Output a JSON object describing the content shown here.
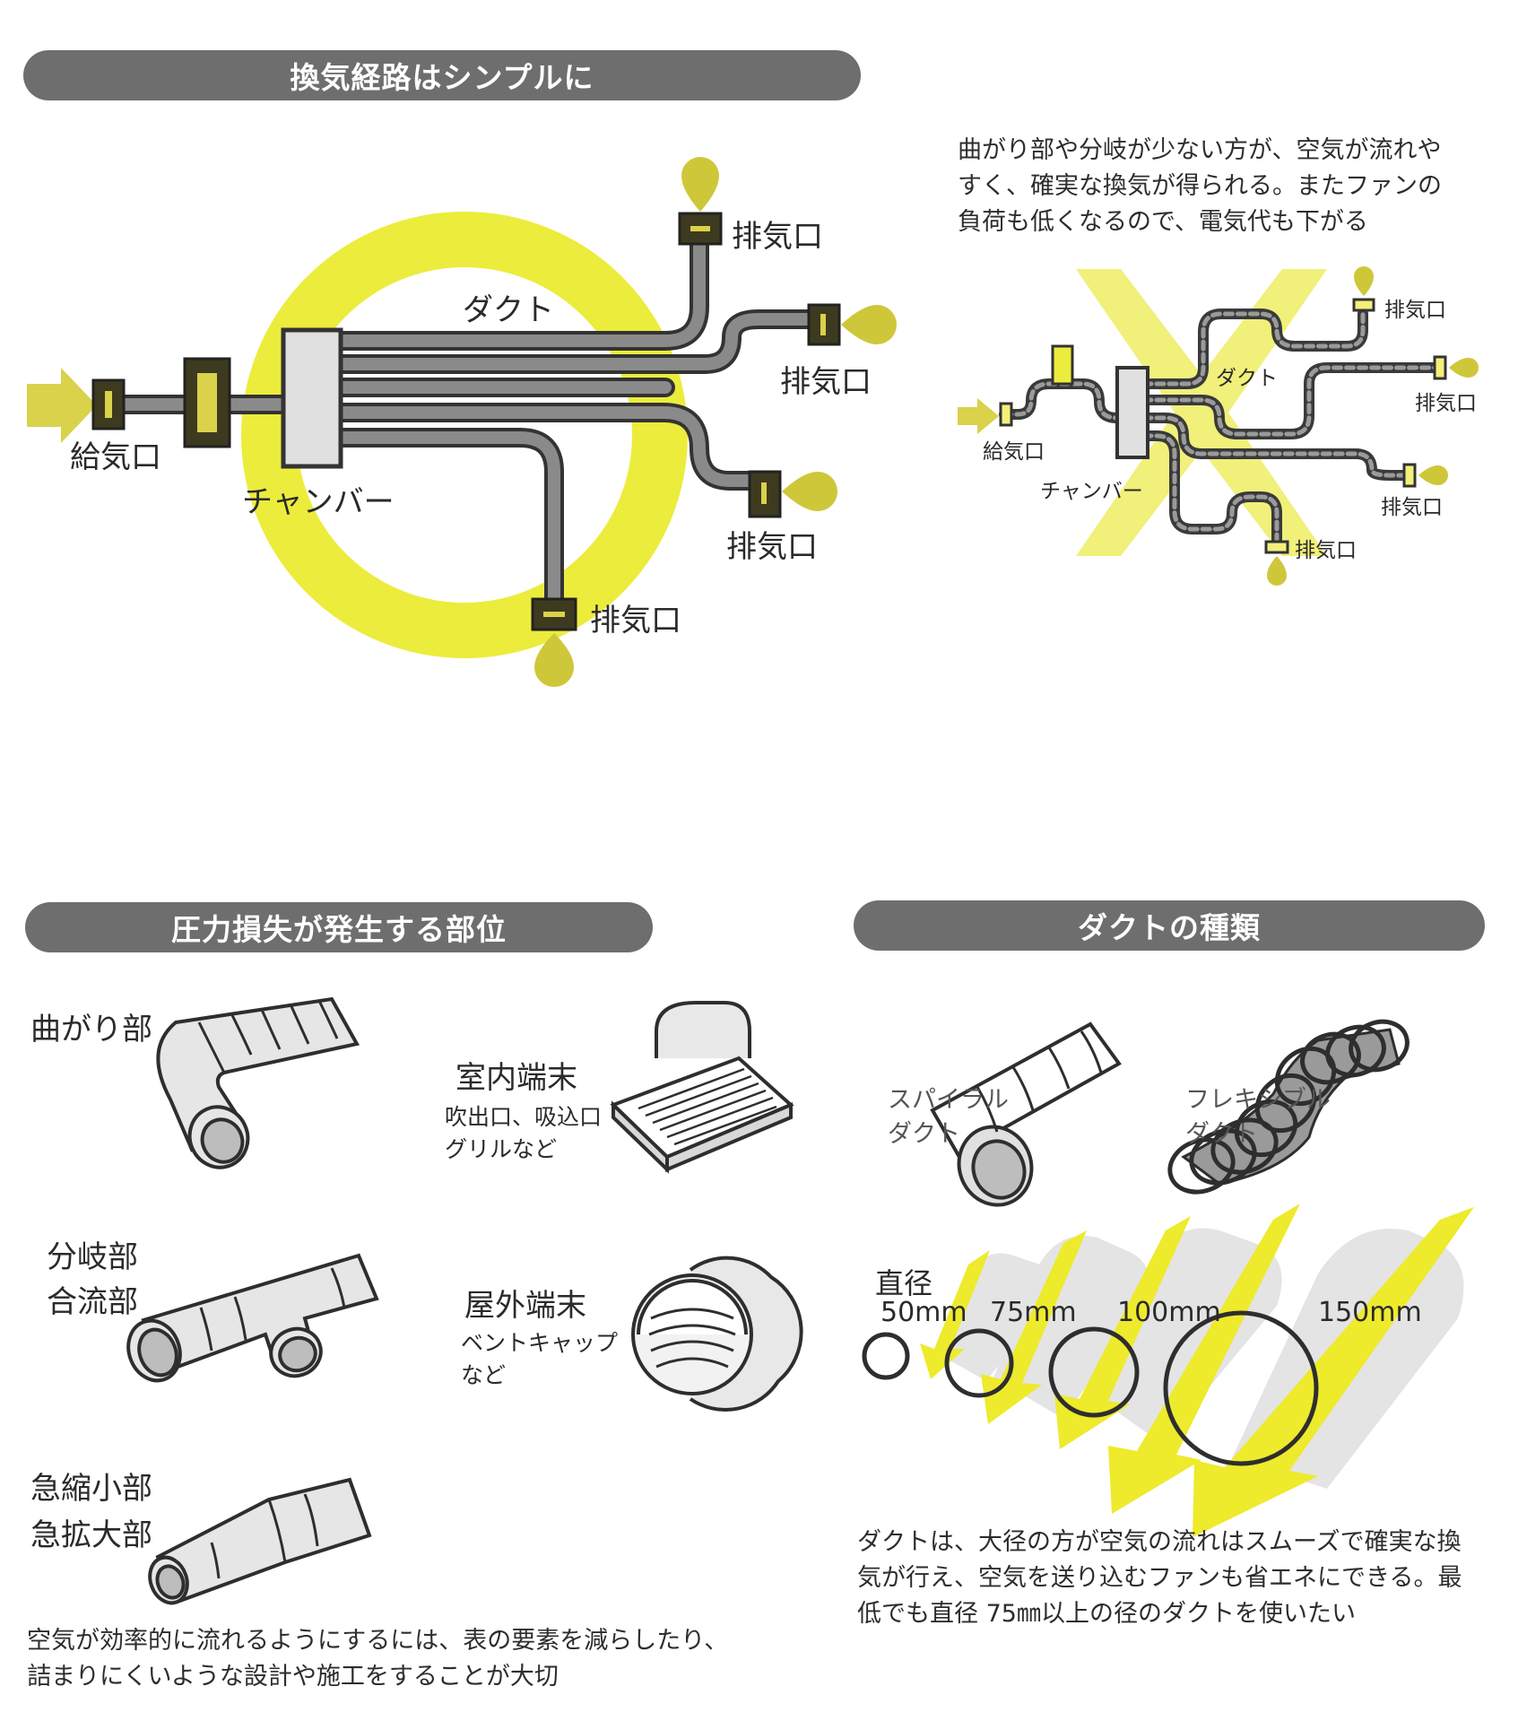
{
  "section1": {
    "title": "換気経路はシンプルに",
    "description": [
      "曲がり部や分岐が少ない方が、空気が流れや",
      "すく、確実な換気が得られる。またファンの",
      "負荷も低くなるので、電気代も下がる"
    ],
    "big_diagram": {
      "duct": "ダクト",
      "supply": "給気口",
      "chamber": "チャンバー",
      "exhausts": [
        "排気口",
        "排気口",
        "排気口",
        "排気口"
      ]
    },
    "small_diagram": {
      "duct": "ダクト",
      "supply": "給気口",
      "chamber": "チャンバー",
      "exhausts": [
        "排気口",
        "排気口",
        "排気口",
        "排気口"
      ]
    }
  },
  "section2": {
    "title": "圧力損失が発生する部位",
    "items": [
      {
        "label1": "曲がり部"
      },
      {
        "label1": "分岐部",
        "label2": "合流部"
      },
      {
        "label1": "急縮小部",
        "label2": "急拡大部"
      },
      {
        "label1": "室内端末",
        "sub1": "吹出口、吸込口",
        "sub2": "グリルなど"
      },
      {
        "label1": "屋外端末",
        "sub1": "ベントキャップ",
        "sub2": "など"
      }
    ],
    "footer": [
      "空気が効率的に流れるようにするには、表の要素を減らしたり、",
      "詰まりにくいような設計や施工をすることが大切"
    ]
  },
  "section3": {
    "title": "ダクトの種類",
    "spiral": [
      "スパイラル",
      "ダクト"
    ],
    "flexible": [
      "フレキシブル",
      "ダクト"
    ],
    "diameter_label": "直径",
    "sizes": [
      "50mm",
      "75mm",
      "100mm",
      "150mm"
    ],
    "footer": [
      "ダクトは、大径の方が空気の流れはスムーズで確実な換",
      "気が行え、空気を送り込むファンも省エネにできる。最",
      "低でも直径 75㎜以上の径のダクトを使いたい"
    ]
  },
  "colors": {
    "yellow": "#ecec3c",
    "dark": "#3a3a3a",
    "gray": "#6e6e6e",
    "pipe": "#8a8a8a",
    "outlet": "#3d3a1f",
    "drop": "#cfc73a"
  }
}
